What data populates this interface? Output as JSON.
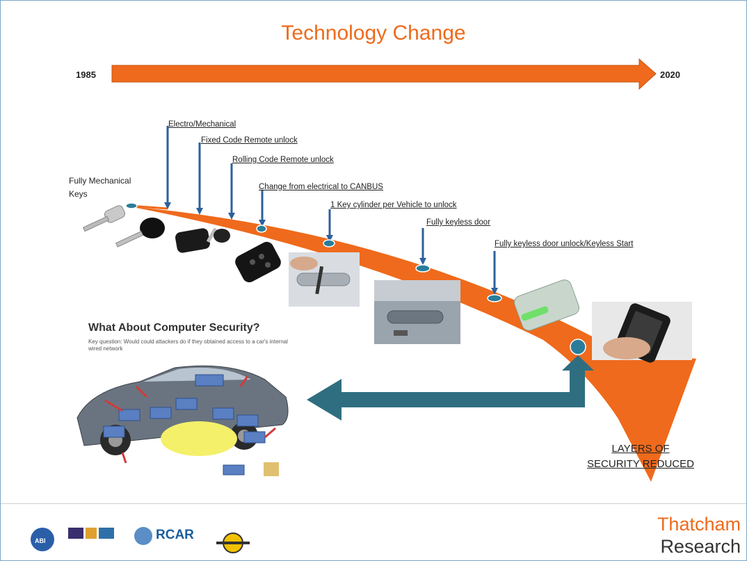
{
  "title": "Technology Change",
  "timeline": {
    "start_label": "1985",
    "end_label": "2020"
  },
  "milestones": {
    "m1": "Electro/Mechanical",
    "m2": "Fixed Code Remote unlock",
    "m3": "Rolling Code Remote unlock",
    "m4": "Change from electrical to CANBUS",
    "m5": "1 Key cylinder per Vehicle to  unlock",
    "m6": "Fully keyless door",
    "m7": "Fully keyless door unlock/Keyless Start"
  },
  "mechanical_label": "Fully Mechanical Keys",
  "layers_label": {
    "line1": "LAYERS OF",
    "line2": "SECURITY REDUCED"
  },
  "inset": {
    "title": "What About Computer Security?",
    "subtitle": "Key question: Would could attackers do if they obtained access to a car's internal wired network"
  },
  "footer": {
    "brand_line1": "Thatcham",
    "brand_line2": "Research",
    "rcar_label": "RCAR",
    "abi_label": "ABI"
  },
  "colors": {
    "accent_orange": "#ef6a1c",
    "arrow_teal": "#2f6e80",
    "milestone_blue": "#2e5f9c"
  }
}
